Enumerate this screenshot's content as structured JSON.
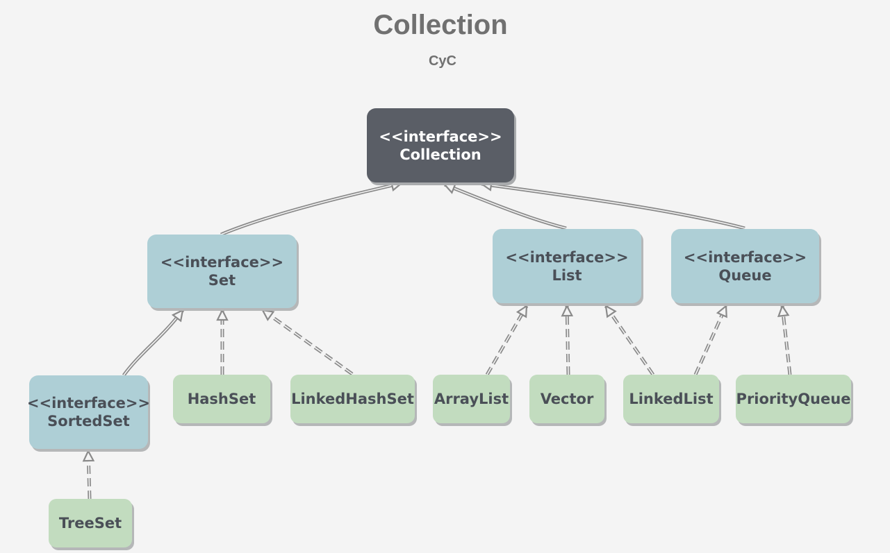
{
  "diagram": {
    "title": "Collection",
    "subtitle": "CyC",
    "stereotype": "<<interface>>",
    "nodes": {
      "collection": {
        "name": "Collection",
        "kind": "interface"
      },
      "set": {
        "name": "Set",
        "kind": "interface"
      },
      "list": {
        "name": "List",
        "kind": "interface"
      },
      "queue": {
        "name": "Queue",
        "kind": "interface"
      },
      "sortedset": {
        "name": "SortedSet",
        "kind": "interface"
      },
      "hashset": {
        "name": "HashSet",
        "kind": "class"
      },
      "linkedhashset": {
        "name": "LinkedHashSet",
        "kind": "class"
      },
      "arraylist": {
        "name": "ArrayList",
        "kind": "class"
      },
      "vector": {
        "name": "Vector",
        "kind": "class"
      },
      "linkedlist": {
        "name": "LinkedList",
        "kind": "class"
      },
      "priorityqueue": {
        "name": "PriorityQueue",
        "kind": "class"
      },
      "treeset": {
        "name": "TreeSet",
        "kind": "class"
      }
    },
    "relations": [
      {
        "from": "set",
        "to": "collection",
        "type": "extends"
      },
      {
        "from": "list",
        "to": "collection",
        "type": "extends"
      },
      {
        "from": "queue",
        "to": "collection",
        "type": "extends"
      },
      {
        "from": "sortedset",
        "to": "set",
        "type": "extends"
      },
      {
        "from": "hashset",
        "to": "set",
        "type": "implements"
      },
      {
        "from": "linkedhashset",
        "to": "set",
        "type": "implements"
      },
      {
        "from": "arraylist",
        "to": "list",
        "type": "implements"
      },
      {
        "from": "vector",
        "to": "list",
        "type": "implements"
      },
      {
        "from": "linkedlist",
        "to": "list",
        "type": "implements"
      },
      {
        "from": "linkedlist",
        "to": "queue",
        "type": "implements"
      },
      {
        "from": "priorityqueue",
        "to": "queue",
        "type": "implements"
      },
      {
        "from": "treeset",
        "to": "sortedset",
        "type": "implements"
      }
    ],
    "colors": {
      "root_fill": "#5a5e66",
      "interface_fill": "#aecfd6",
      "class_fill": "#c2dcbf",
      "edge": "#8a8a8a",
      "text": "#4a4f57"
    }
  }
}
